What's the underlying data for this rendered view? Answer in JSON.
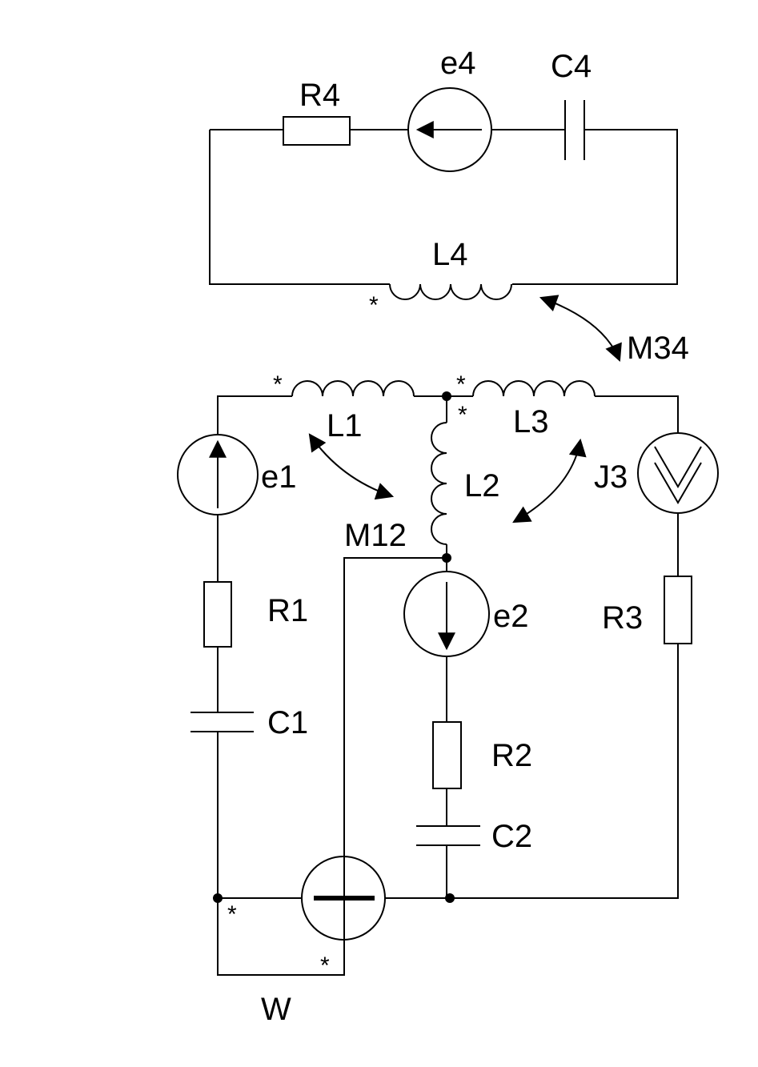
{
  "labels": {
    "R4": "R4",
    "e4": "e4",
    "C4": "C4",
    "L4": "L4",
    "M34": "M34",
    "L1": "L1",
    "L3": "L3",
    "L2": "L2",
    "e1": "e1",
    "J3": "J3",
    "M12": "M12",
    "R1": "R1",
    "e2": "e2",
    "R3": "R3",
    "C1": "C1",
    "R2": "R2",
    "C2": "C2",
    "W": "W"
  },
  "polarity_mark": "*"
}
